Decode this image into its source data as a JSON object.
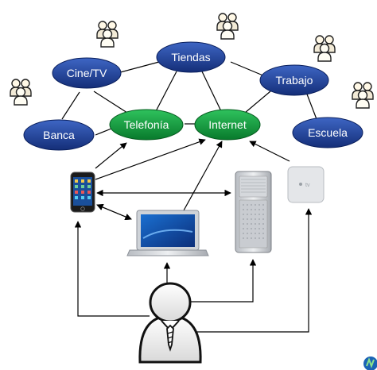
{
  "nodes": {
    "tiendas": "Tiendas",
    "cine_tv": "Cine/TV",
    "trabajo": "Trabajo",
    "banca": "Banca",
    "telefonia": "Telefonía",
    "internet": "Internet",
    "escuela": "Escuela"
  },
  "devices": {
    "apple_tv_label": "tv",
    "devices_icons": [
      "iphone-icon",
      "macbook-icon",
      "mac-pro-icon",
      "apple-tv-icon"
    ]
  },
  "colors": {
    "service_node": "#1d3f93",
    "connect_node": "#0b9a3a",
    "link": "#000000"
  },
  "icons": [
    "people-group-icon",
    "user-avatar-icon",
    "corner-logo-icon"
  ]
}
